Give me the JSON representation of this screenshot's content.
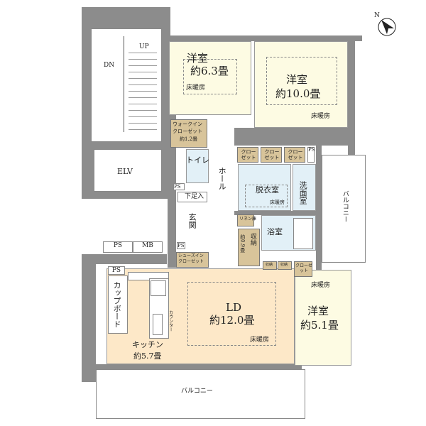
{
  "stair": {
    "up": "UP",
    "dn": "DN",
    "elv": "ELV"
  },
  "rooms": {
    "bed1": {
      "name": "洋室",
      "size": "約6.3畳",
      "heat": "床暖房"
    },
    "bed2": {
      "name": "洋室",
      "size": "約10.0畳",
      "heat": "床暖房"
    },
    "bed3": {
      "name": "洋室",
      "size": "約5.1畳",
      "heat": "床暖房"
    },
    "wic": {
      "line1": "ウォークイン",
      "line2": "クローゼット",
      "size": "約1.2畳"
    },
    "toilet": "トイレ",
    "hall": "ホール",
    "closets": [
      "クローゼット",
      "クローゼット",
      "クローゼット"
    ],
    "ps": "PS",
    "dressing": {
      "name": "脱衣室",
      "heat": "床暖房"
    },
    "washroom": "洗面室",
    "bath": "浴室",
    "linen": "リネン庫",
    "storage": {
      "name": "収納",
      "size": "約0.9畳"
    },
    "geta": "下足入",
    "entrance": "玄関",
    "shoes": {
      "line1": "シューズイン",
      "line2": "クローゼット"
    },
    "mb": "MB",
    "cupboard": "カップボード",
    "counter": "カウンター",
    "kitchen": {
      "name": "キッチン",
      "size": "約5.7畳"
    },
    "ld": {
      "name": "LD",
      "size": "約12.0畳",
      "heat": "床暖房"
    },
    "storage_small": [
      "収納",
      "収納"
    ],
    "closet_b3": "クローゼット",
    "balcony_right": "バルコニー",
    "balcony_bottom": "バルコニー"
  },
  "compass": "N"
}
